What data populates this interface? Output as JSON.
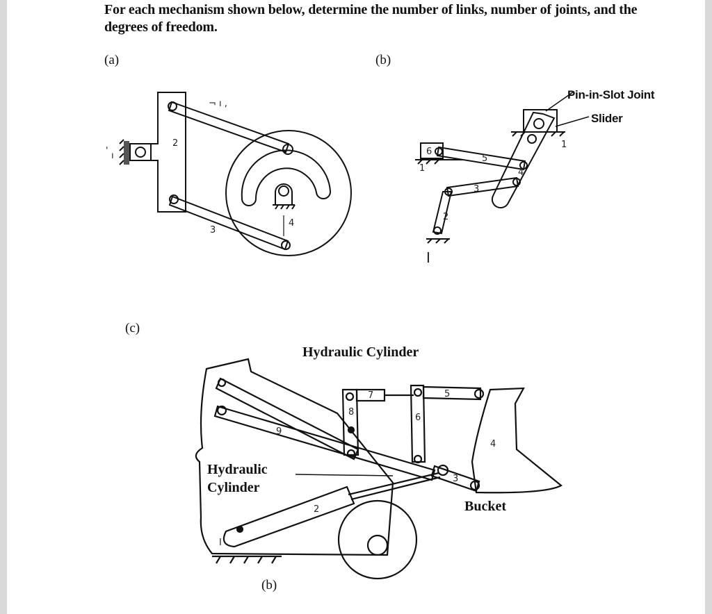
{
  "question": {
    "line1": "For each mechanism shown below, determine the number of links, number of joints, and the",
    "line2": "degrees of freedom."
  },
  "figures": {
    "a": {
      "label": "(a)"
    },
    "b": {
      "label": "(b)",
      "callouts": {
        "pin_in_slot": "Pin-in-Slot Joint",
        "slider": "Slider"
      }
    },
    "c": {
      "label": "(c)",
      "caption": "(b)",
      "callouts": {
        "top_cylinder": "Hydraulic Cylinder",
        "left_cylinder_line1": "Hydraulic",
        "left_cylinder_line2": "Cylinder",
        "bucket": "Bucket"
      }
    }
  }
}
